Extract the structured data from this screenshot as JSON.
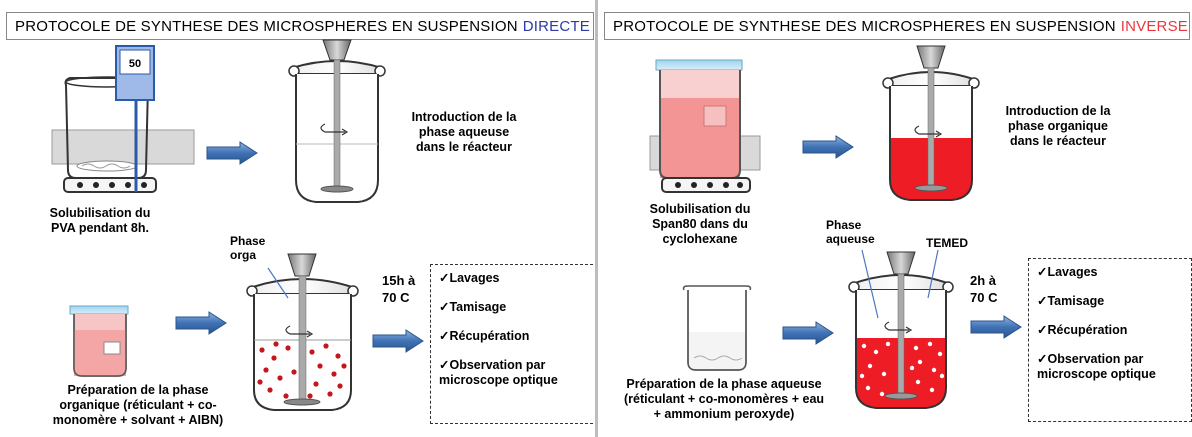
{
  "left": {
    "title_prefix": "PROTOCOLE DE SYNTHESE DES MICROSPHERES EN SUSPENSION",
    "title_keyword": "DIRECTE",
    "hotplate_display": "50",
    "caption_solubilisation": "Solubilisation du\nPVA pendant 8h.",
    "caption_introduction": "Introduction de la\nphase aqueuse\ndans le réacteur",
    "label_phase": "Phase\norga",
    "temperature": "15h à\n70 C",
    "caption_preparation": "Préparation de la phase\norganique (réticulant + co-\nmonomère + solvant + AIBN)",
    "steps": [
      "✓Lavages",
      "✓Tamisage",
      "✓Récupération",
      "✓Observation par\nmicroscope optique"
    ]
  },
  "right": {
    "title_prefix": "PROTOCOLE DE SYNTHESE DES MICROSPHERES EN SUSPENSION",
    "title_keyword": "INVERSE",
    "caption_solubilisation": "Solubilisation du\nSpan80 dans du\ncyclohexane",
    "caption_introduction": "Introduction de la\nphase organique\ndans le réacteur",
    "label_phase": "Phase\naqueuse",
    "label_temed": "TEMED",
    "temperature": "2h à\n70 C",
    "caption_preparation": "Préparation de la phase aqueuse\n(réticulant + co-monomères + eau\n+ ammonium peroxyde)",
    "steps": [
      "✓Lavages",
      "✓Tamisage",
      "✓Récupération",
      "✓Observation par\nmicroscope optique"
    ]
  },
  "colors": {
    "directe": "#2b3aa8",
    "inverse": "#e8383d",
    "arrow": "#3f72b5",
    "red_phase": "#ee1c24",
    "pink_phase": "#f28b8b",
    "bath": "#d9d9d9"
  }
}
